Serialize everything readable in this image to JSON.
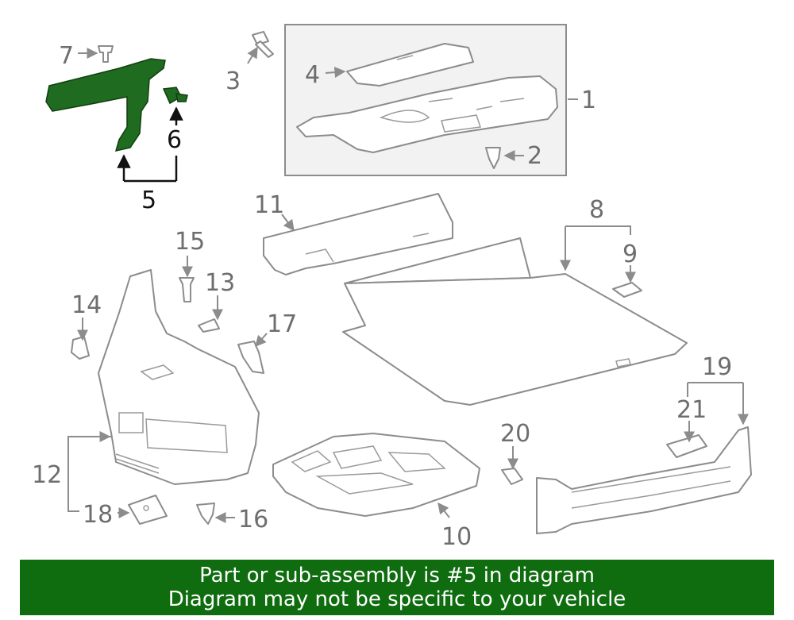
{
  "callouts": {
    "c1": "1",
    "c2": "2",
    "c3": "3",
    "c4": "4",
    "c5": "5",
    "c6": "6",
    "c7": "7",
    "c8": "8",
    "c9": "9",
    "c10": "10",
    "c11": "11",
    "c12": "12",
    "c13": "13",
    "c14": "14",
    "c15": "15",
    "c16": "16",
    "c17": "17",
    "c18": "18",
    "c19": "19",
    "c20": "20",
    "c21": "21"
  },
  "highlight": {
    "part_number": "5",
    "color": "#1f6b1f"
  },
  "banner": {
    "line1": "Part or sub-assembly is #5 in diagram",
    "line2": "Diagram may not be specific to your vehicle",
    "background": "#0f6c0f",
    "text_color": "#ffffff"
  }
}
